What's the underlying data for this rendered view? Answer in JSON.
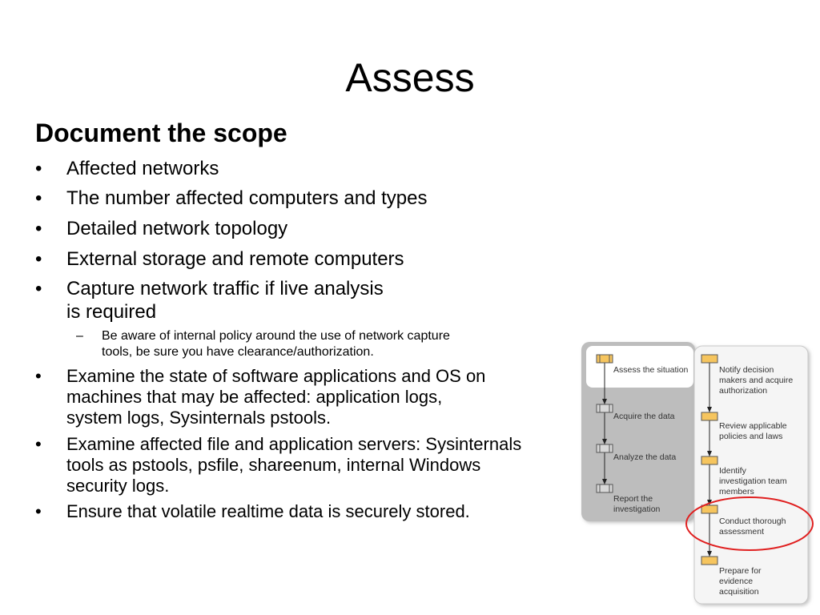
{
  "slide": {
    "title": "Assess",
    "heading": "Document the scope",
    "bullets": [
      {
        "lines": [
          "Affected networks"
        ]
      },
      {
        "lines": [
          "The number affected computers and types"
        ]
      },
      {
        "lines": [
          "Detailed network topology"
        ]
      },
      {
        "lines": [
          "External storage and remote computers"
        ]
      },
      {
        "lines": [
          "Capture network traffic if live analysis",
          "is required"
        ]
      },
      {
        "lines": [
          "Examine the state of software applications and OS on",
          "machines that may be affected: application logs,",
          "system logs, Sysinternals pstools."
        ]
      },
      {
        "lines": [
          "Examine affected file and application servers:  Sysinternals",
          "tools as pstools, psfile, shareenum, internal Windows",
          "security logs."
        ]
      },
      {
        "lines": [
          "Ensure that volatile realtime data is securely stored."
        ]
      }
    ],
    "bullet_symbol": "•",
    "sub_bullet": {
      "symbol": "–",
      "lines": [
        "Be aware of internal policy around the use of network capture",
        "tools, be sure you have clearance/authorization."
      ]
    }
  },
  "diagram": {
    "left_steps": [
      {
        "lines": [
          "Assess the situation"
        ]
      },
      {
        "lines": [
          "Acquire the data"
        ]
      },
      {
        "lines": [
          "Analyze the data"
        ]
      },
      {
        "lines": [
          "Report the",
          "investigation"
        ]
      }
    ],
    "right_steps": [
      {
        "lines": [
          "Notify decision",
          "makers and acquire",
          "authorization"
        ]
      },
      {
        "lines": [
          "Review applicable",
          "policies and laws"
        ]
      },
      {
        "lines": [
          "Identify",
          "investigation team",
          "members"
        ]
      },
      {
        "lines": [
          "Conduct thorough",
          "assessment"
        ]
      },
      {
        "lines": [
          "Prepare for",
          "evidence",
          "acquisition"
        ]
      }
    ],
    "colors": {
      "left_panel": "#bdbdbd",
      "right_panel": "#f5f5f5",
      "step_box": "#f6c55e",
      "highlight_ellipse": "#e02020"
    }
  }
}
